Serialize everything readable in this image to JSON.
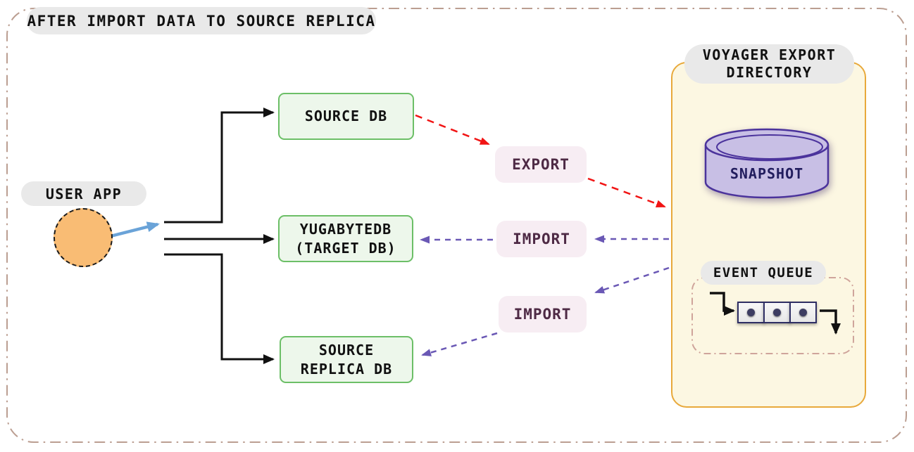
{
  "title": "AFTER IMPORT DATA TO SOURCE REPLICA",
  "user_app": {
    "label": "USER APP"
  },
  "databases": {
    "source_db": "SOURCE DB",
    "target_db": "YUGABYTEDB\n(TARGET DB)",
    "source_replica_db": "SOURCE\nREPLICA DB"
  },
  "operations": {
    "export": "EXPORT",
    "import_target": "IMPORT",
    "import_replica": "IMPORT"
  },
  "voyager": {
    "title": "VOYAGER EXPORT\nDIRECTORY",
    "snapshot_label": "SNAPSHOT",
    "event_queue_label": "EVENT QUEUE"
  },
  "colors": {
    "outer_border": "#bb9e91",
    "pill_fill": "#e9e9e9",
    "green_box_fill": "#edf7eb",
    "green_box_border": "#6cbf67",
    "pink_box_fill": "#f7edf3",
    "pink_box_text": "#4e2a45",
    "panel_fill": "#fcf7e2",
    "panel_border": "#e8a93b",
    "cylinder_fill": "#c8bfe5",
    "cylinder_border": "#4b339c",
    "snapshot_text": "#221d5e",
    "red_arrow": "#f11414",
    "purple_arrow": "#6a58b5",
    "blue_arrow": "#6aa3d8",
    "black_arrow": "#111111",
    "user_circle_fill": "#f9bc74",
    "queue_dash_border": "#cfa49b",
    "queue_cell_border": "#2e2e63"
  }
}
